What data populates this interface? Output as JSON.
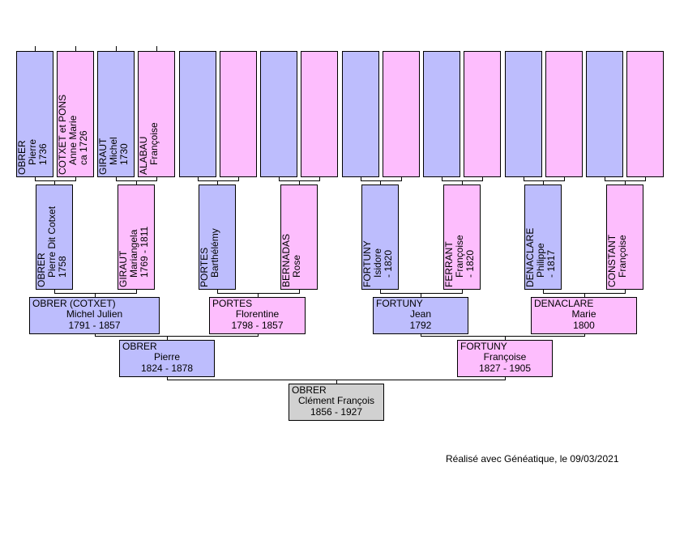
{
  "colors": {
    "male": "#bdbdfd",
    "female": "#fdbdfd",
    "root": "#d1d1d1",
    "line": "#000000"
  },
  "gen4": [
    {
      "surname": "OBRER",
      "given": "Pierre",
      "dates": "1736",
      "sex": "male"
    },
    {
      "surname": "COTXET et PONS",
      "given": "Anne Marie",
      "dates": "ca 1726",
      "sex": "female"
    },
    {
      "surname": "GIRAUT",
      "given": "Michel",
      "dates": "1730",
      "sex": "male"
    },
    {
      "surname": "ALABAU",
      "given": "Françoise",
      "dates": "",
      "sex": "female"
    },
    {
      "surname": "",
      "given": "",
      "dates": "",
      "sex": "male"
    },
    {
      "surname": "",
      "given": "",
      "dates": "",
      "sex": "female"
    },
    {
      "surname": "",
      "given": "",
      "dates": "",
      "sex": "male"
    },
    {
      "surname": "",
      "given": "",
      "dates": "",
      "sex": "female"
    },
    {
      "surname": "",
      "given": "",
      "dates": "",
      "sex": "male"
    },
    {
      "surname": "",
      "given": "",
      "dates": "",
      "sex": "female"
    },
    {
      "surname": "",
      "given": "",
      "dates": "",
      "sex": "male"
    },
    {
      "surname": "",
      "given": "",
      "dates": "",
      "sex": "female"
    },
    {
      "surname": "",
      "given": "",
      "dates": "",
      "sex": "male"
    },
    {
      "surname": "",
      "given": "",
      "dates": "",
      "sex": "female"
    },
    {
      "surname": "",
      "given": "",
      "dates": "",
      "sex": "male"
    },
    {
      "surname": "",
      "given": "",
      "dates": "",
      "sex": "female"
    }
  ],
  "gen3": [
    {
      "surname": "OBRER",
      "given": "Pierre Dit Cotxet",
      "dates": "1758",
      "sex": "male"
    },
    {
      "surname": "GIRAUT",
      "given": "Mariangela",
      "dates": "1769 - 1811",
      "sex": "female"
    },
    {
      "surname": "PORTES",
      "given": "Barthélémy",
      "dates": "",
      "sex": "male"
    },
    {
      "surname": "BERNADAS",
      "given": "Rose",
      "dates": "",
      "sex": "female"
    },
    {
      "surname": "FORTUNY",
      "given": "Isidore",
      "dates": "- 1820",
      "sex": "male"
    },
    {
      "surname": "FERRANT",
      "given": "Françoise",
      "dates": "- 1820",
      "sex": "female"
    },
    {
      "surname": "DENACLARE",
      "given": "Philippe",
      "dates": "- 1817",
      "sex": "male"
    },
    {
      "surname": "CONSTANT",
      "given": "Françoise",
      "dates": "",
      "sex": "female"
    }
  ],
  "gen2": [
    {
      "surname": "OBRER (COTXET)",
      "given": "Michel Julien",
      "dates": "1791 - 1857",
      "sex": "male"
    },
    {
      "surname": "PORTES",
      "given": "Florentine",
      "dates": "1798 - 1857",
      "sex": "female"
    },
    {
      "surname": "FORTUNY",
      "given": "Jean",
      "dates": "1792",
      "sex": "male"
    },
    {
      "surname": "DENACLARE",
      "given": "Marie",
      "dates": "1800",
      "sex": "female"
    }
  ],
  "gen1": [
    {
      "surname": "OBRER",
      "given": "Pierre",
      "dates": "1824 - 1878",
      "sex": "male"
    },
    {
      "surname": "FORTUNY",
      "given": "Françoise",
      "dates": "1827 - 1905",
      "sex": "female"
    }
  ],
  "root": {
    "surname": "OBRER",
    "given": "Clément François",
    "dates": "1856 - 1927"
  },
  "footer": "Réalisé avec Généatique, le 09/03/2021"
}
